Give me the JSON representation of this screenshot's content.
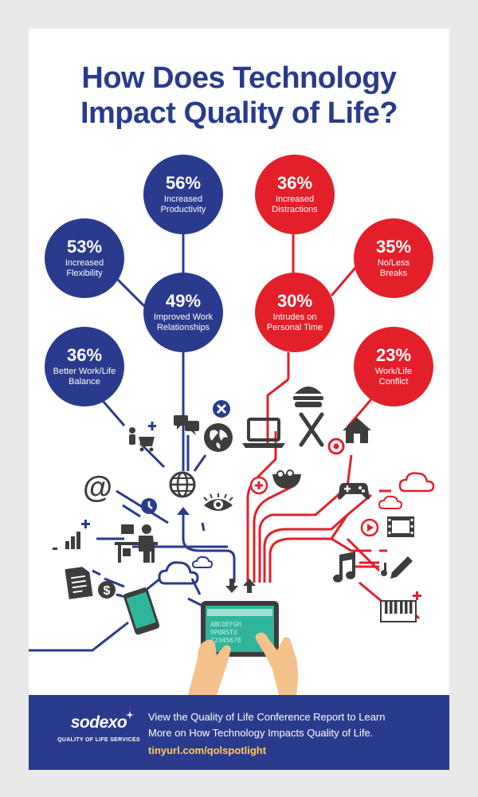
{
  "title": {
    "line1": "How Does Technology",
    "line2": "Impact Quality of Life?"
  },
  "colors": {
    "blue": "#2a3a8c",
    "red": "#e3202a",
    "icon": "#3d3d3d"
  },
  "stats_blue": [
    {
      "percent": "56%",
      "label_line1": "Increased",
      "label_line2": "Productivity"
    },
    {
      "percent": "53%",
      "label_line1": "Increased",
      "label_line2": "Flexibility"
    },
    {
      "percent": "49%",
      "label_line1": "Improved Work",
      "label_line2": "Relationships"
    },
    {
      "percent": "36%",
      "label_line1": "Better Work/Life",
      "label_line2": "Balance"
    }
  ],
  "stats_red": [
    {
      "percent": "36%",
      "label_line1": "Increased",
      "label_line2": "Distractions"
    },
    {
      "percent": "35%",
      "label_line1": "No/Less",
      "label_line2": "Breaks"
    },
    {
      "percent": "30%",
      "label_line1": "Intrudes on",
      "label_line2": "Personal Time"
    },
    {
      "percent": "23%",
      "label_line1": "Work/Life",
      "label_line2": "Conflict"
    }
  ],
  "icons": [
    "shopping-cart-icon",
    "chat-bubbles-icon",
    "close-icon",
    "globe-icon",
    "laptop-icon",
    "burger-icon",
    "fork-knife-icon",
    "home-icon",
    "target-icon",
    "at-sign-icon",
    "clock-icon",
    "bar-chart-icon",
    "eye-icon",
    "plus-icon",
    "food-bowl-icon",
    "cloud-icon",
    "gamepad-icon",
    "play-icon",
    "film-icon",
    "worker-at-desk-icon",
    "document-icon",
    "dollar-icon",
    "music-note-icon",
    "pencil-icon",
    "piano-icon",
    "smartphone-icon",
    "tablet-icon",
    "arrow-up-icon",
    "arrow-down-icon",
    "hands-icon"
  ],
  "tablet_screen_text": {
    "line1": "ABCDEFGH",
    "line2": "OPQRSTU",
    "line3": "12345678"
  },
  "footer": {
    "brand_name": "sodexo",
    "brand_tagline": "QUALITY OF LIFE SERVICES",
    "line1": "View the Quality of Life Conference Report to Learn",
    "line2": "More on How Technology Impacts Quality of Life.",
    "link": "tinyurl.com/qolspotlight"
  }
}
